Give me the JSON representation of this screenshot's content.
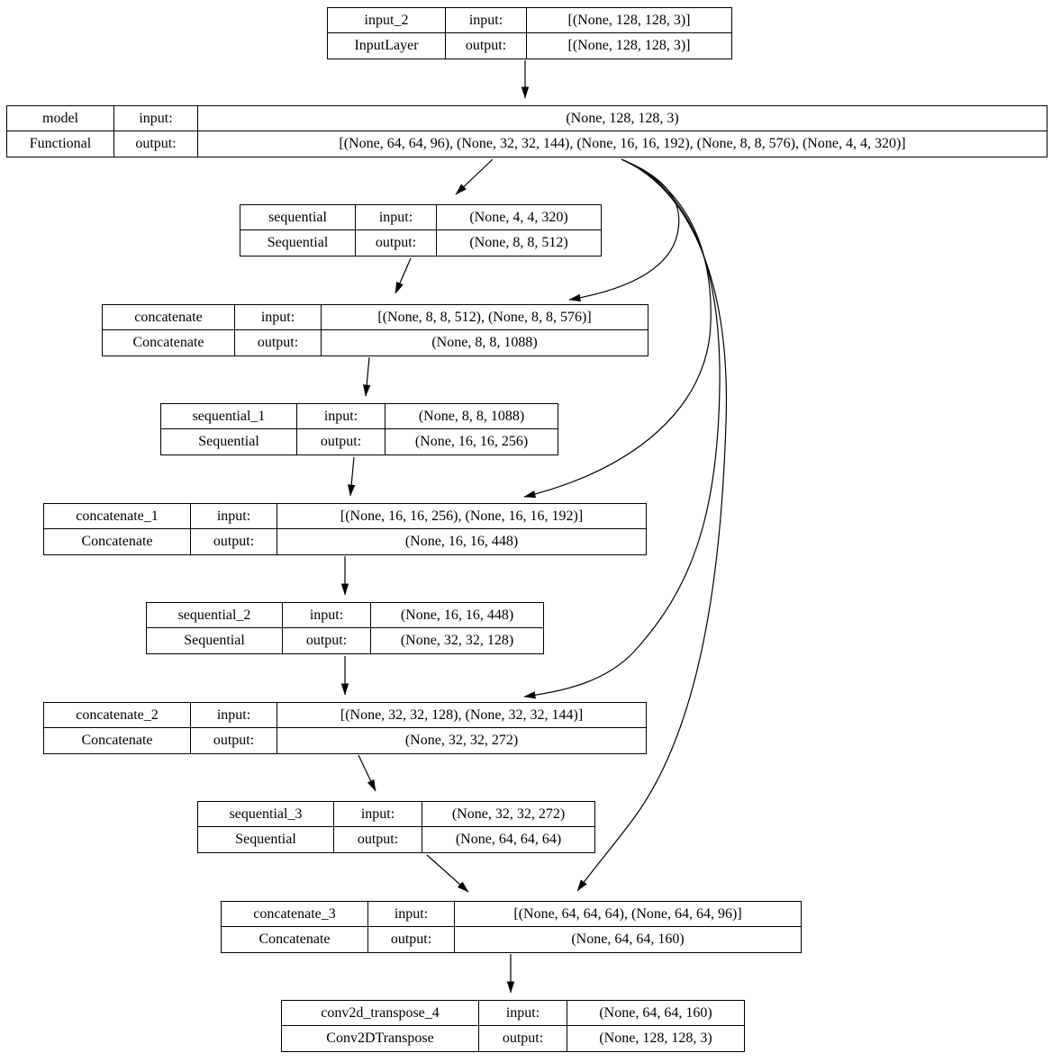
{
  "labels": {
    "input": "input:",
    "output": "output:"
  },
  "nodes": [
    {
      "id": "input_2",
      "name": "input_2",
      "type": "InputLayer",
      "input": "[(None, 128, 128, 3)]",
      "output": "[(None, 128, 128, 3)]"
    },
    {
      "id": "model",
      "name": "model",
      "type": "Functional",
      "input": "(None, 128, 128, 3)",
      "output": "[(None, 64, 64, 96), (None, 32, 32, 144), (None, 16, 16, 192), (None, 8, 8, 576), (None, 4, 4, 320)]"
    },
    {
      "id": "sequential",
      "name": "sequential",
      "type": "Sequential",
      "input": "(None, 4, 4, 320)",
      "output": "(None, 8, 8, 512)"
    },
    {
      "id": "concatenate",
      "name": "concatenate",
      "type": "Concatenate",
      "input": "[(None, 8, 8, 512), (None, 8, 8, 576)]",
      "output": "(None, 8, 8, 1088)"
    },
    {
      "id": "sequential_1",
      "name": "sequential_1",
      "type": "Sequential",
      "input": "(None, 8, 8, 1088)",
      "output": "(None, 16, 16, 256)"
    },
    {
      "id": "concatenate_1",
      "name": "concatenate_1",
      "type": "Concatenate",
      "input": "[(None, 16, 16, 256), (None, 16, 16, 192)]",
      "output": "(None, 16, 16, 448)"
    },
    {
      "id": "sequential_2",
      "name": "sequential_2",
      "type": "Sequential",
      "input": "(None, 16, 16, 448)",
      "output": "(None, 32, 32, 128)"
    },
    {
      "id": "concatenate_2",
      "name": "concatenate_2",
      "type": "Concatenate",
      "input": "[(None, 32, 32, 128), (None, 32, 32, 144)]",
      "output": "(None, 32, 32, 272)"
    },
    {
      "id": "sequential_3",
      "name": "sequential_3",
      "type": "Sequential",
      "input": "(None, 32, 32, 272)",
      "output": "(None, 64, 64, 64)"
    },
    {
      "id": "concatenate_3",
      "name": "concatenate_3",
      "type": "Concatenate",
      "input": "[(None, 64, 64, 64), (None, 64, 64, 96)]",
      "output": "(None, 64, 64, 160)"
    },
    {
      "id": "conv2d_transpose_4",
      "name": "conv2d_transpose_4",
      "type": "Conv2DTranspose",
      "input": "(None, 64, 64, 160)",
      "output": "(None, 128, 128, 3)"
    }
  ],
  "edges": [
    {
      "from": "input_2",
      "to": "model"
    },
    {
      "from": "model",
      "to": "sequential"
    },
    {
      "from": "model",
      "to": "concatenate"
    },
    {
      "from": "model",
      "to": "concatenate_1"
    },
    {
      "from": "model",
      "to": "concatenate_2"
    },
    {
      "from": "model",
      "to": "concatenate_3"
    },
    {
      "from": "sequential",
      "to": "concatenate"
    },
    {
      "from": "concatenate",
      "to": "sequential_1"
    },
    {
      "from": "sequential_1",
      "to": "concatenate_1"
    },
    {
      "from": "concatenate_1",
      "to": "sequential_2"
    },
    {
      "from": "sequential_2",
      "to": "concatenate_2"
    },
    {
      "from": "concatenate_2",
      "to": "sequential_3"
    },
    {
      "from": "sequential_3",
      "to": "concatenate_3"
    },
    {
      "from": "concatenate_3",
      "to": "conv2d_transpose_4"
    }
  ],
  "colors": {
    "background": "#ffffff",
    "node_border": "#000000",
    "edge": "#000000",
    "text": "#000000"
  }
}
